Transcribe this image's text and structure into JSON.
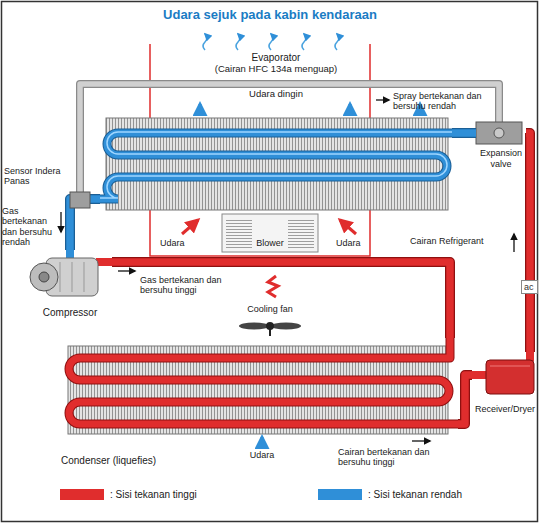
{
  "diagram": {
    "title": "Udara sejuk pada kabin kendaraan",
    "nodes": [
      {
        "text": [
          "Evaporator",
          "(Cairan HFC 134a menguap)"
        ]
      },
      {
        "text": [
          "Expansion valve"
        ]
      },
      {
        "text": [
          "Compressor"
        ]
      },
      {
        "text": [
          "Condenser (liquefies)"
        ]
      },
      {
        "text": [
          "Receiver/Dryer"
        ]
      }
    ],
    "edges": [
      {
        "from": 2,
        "to": 3,
        "arrow": "none"
      },
      {
        "from": 3,
        "to": 4,
        "arrow": "none"
      },
      {
        "from": 4,
        "to": 1,
        "arrow": "none"
      },
      {
        "from": 1,
        "to": 0,
        "arrow": "none"
      },
      {
        "from": 0,
        "to": 2,
        "arrow": "none"
      }
    ],
    "labels": [
      "Udara dingin",
      "Spray bertekanan dan bersuhu rendah",
      "Sensor Indera Panas",
      "Gas bertekanan dan bersuhu rendah",
      "Udara",
      "Blower",
      "Udara",
      "Cairan Refrigerant",
      "ac",
      "Gas bertekanan dan bersuhu tinggi",
      "Cooling fan",
      "Udara",
      "Cairan bertekanan dan bersuhu tinggi"
    ],
    "legend": [
      {
        "text": ": Sisi tekanan tinggi",
        "color": "#e02d2d"
      },
      {
        "text": ": Sisi tekanan rendah",
        "color": "#2f8fd8"
      }
    ]
  }
}
